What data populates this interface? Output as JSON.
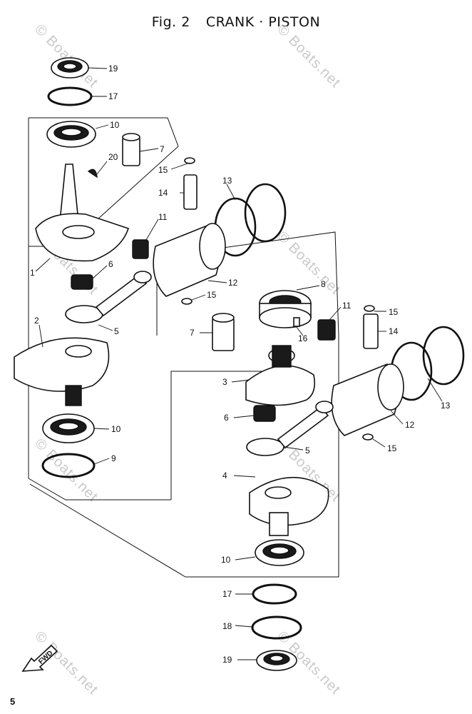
{
  "title": {
    "fig": "Fig. 2",
    "name": "CRANK · PISTON"
  },
  "page_number": "5",
  "fwd_label": "FWD",
  "watermark": "© Boats.net",
  "part_labels": [
    {
      "id": "19a",
      "text": "19"
    },
    {
      "id": "17a",
      "text": "17"
    },
    {
      "id": "10a",
      "text": "10"
    },
    {
      "id": "7a",
      "text": "7"
    },
    {
      "id": "20",
      "text": "20"
    },
    {
      "id": "15a",
      "text": "15"
    },
    {
      "id": "14a",
      "text": "14"
    },
    {
      "id": "13a",
      "text": "13"
    },
    {
      "id": "11a",
      "text": "11"
    },
    {
      "id": "6a",
      "text": "6"
    },
    {
      "id": "1",
      "text": "1"
    },
    {
      "id": "12a",
      "text": "12"
    },
    {
      "id": "15b",
      "text": "15"
    },
    {
      "id": "8",
      "text": "8"
    },
    {
      "id": "2",
      "text": "2"
    },
    {
      "id": "5a",
      "text": "5"
    },
    {
      "id": "7b",
      "text": "7"
    },
    {
      "id": "16",
      "text": "16"
    },
    {
      "id": "11b",
      "text": "11"
    },
    {
      "id": "15c",
      "text": "15"
    },
    {
      "id": "14b",
      "text": "14"
    },
    {
      "id": "3",
      "text": "3"
    },
    {
      "id": "13b",
      "text": "13"
    },
    {
      "id": "6b",
      "text": "6"
    },
    {
      "id": "12b",
      "text": "12"
    },
    {
      "id": "10b",
      "text": "10"
    },
    {
      "id": "5b",
      "text": "5"
    },
    {
      "id": "15d",
      "text": "15"
    },
    {
      "id": "9",
      "text": "9"
    },
    {
      "id": "4",
      "text": "4"
    },
    {
      "id": "10c",
      "text": "10"
    },
    {
      "id": "17b",
      "text": "17"
    },
    {
      "id": "18",
      "text": "18"
    },
    {
      "id": "19b",
      "text": "19"
    }
  ]
}
